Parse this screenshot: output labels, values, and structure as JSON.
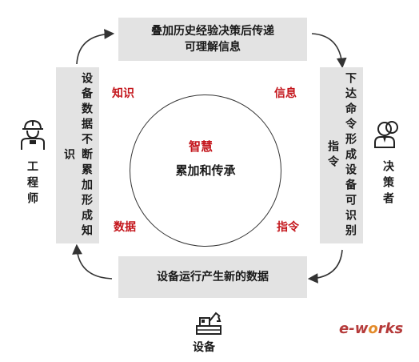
{
  "boxes": {
    "top_line1": "叠加历史经验决策后传递",
    "top_line2": "可理解信息",
    "bottom": "设备运行产生新的数据",
    "left": "设备数据不断累加形成知识",
    "right": "下达命令形成设备可识别指令"
  },
  "corner_labels": {
    "knowledge": "知识",
    "info": "信息",
    "data": "数据",
    "command": "指令"
  },
  "center": {
    "wisdom": "智慧",
    "text": "累加和传承"
  },
  "actors": {
    "engineer": "工程师",
    "decision_maker": "决策者",
    "device": "设备"
  },
  "logo": {
    "prefix": "e",
    "mid": "-w",
    "o": "o",
    "rest": "rks"
  },
  "icons": [
    "engineer-icon",
    "decision-maker-icon",
    "device-icon"
  ],
  "colors": {
    "accent": "#c4161c",
    "box": "#e3e3e3"
  }
}
